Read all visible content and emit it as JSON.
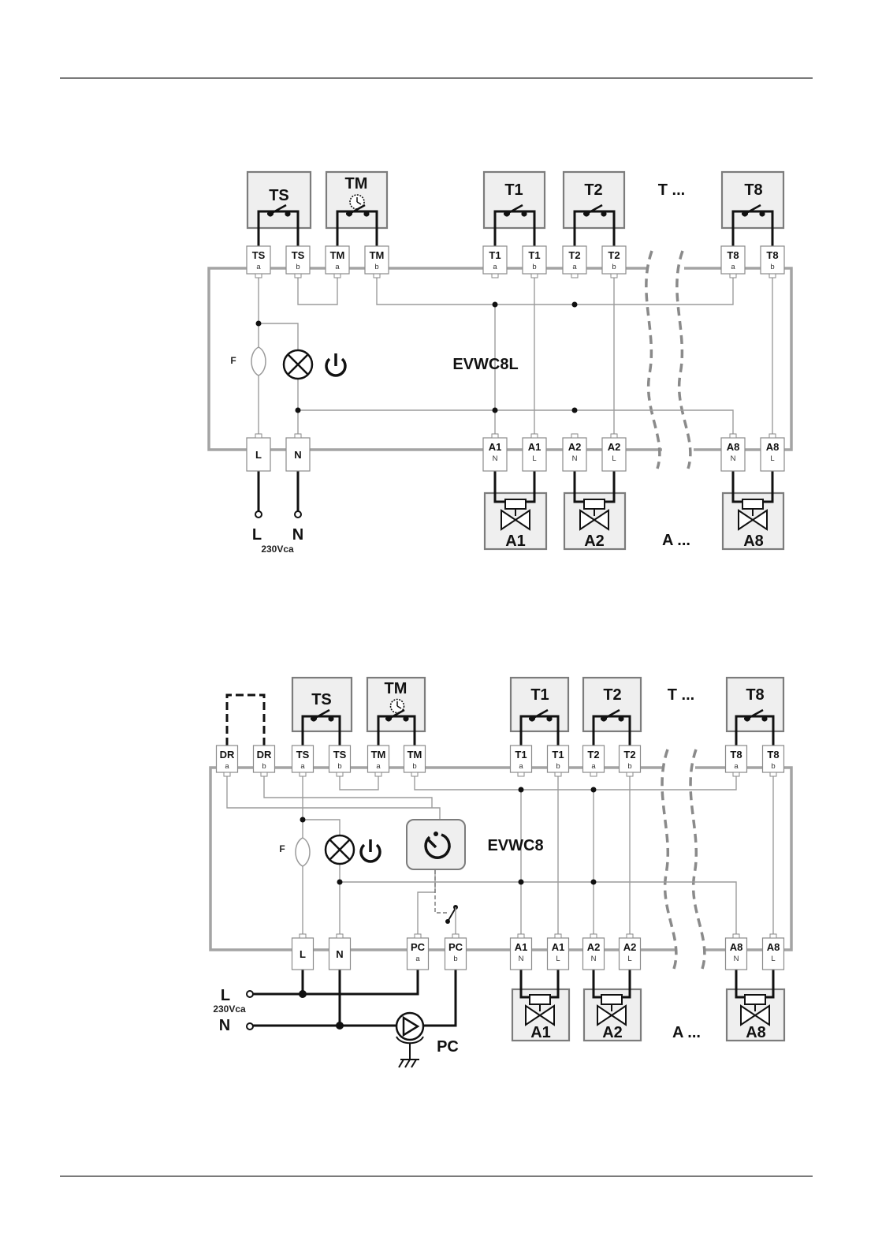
{
  "diagram1": {
    "model": "EVWC8L",
    "fuse_label": "F",
    "thermostat_boxes": [
      "TS",
      "TM",
      "T1",
      "T2",
      "T8"
    ],
    "more_thermostats": "T ...",
    "actuator_boxes": [
      "A1",
      "A2",
      "A8"
    ],
    "more_actuators": "A ...",
    "top_terminals": [
      {
        "name": "TS",
        "sub": "a"
      },
      {
        "name": "TS",
        "sub": "b"
      },
      {
        "name": "TM",
        "sub": "a"
      },
      {
        "name": "TM",
        "sub": "b"
      },
      {
        "name": "T1",
        "sub": "a"
      },
      {
        "name": "T1",
        "sub": "b"
      },
      {
        "name": "T2",
        "sub": "a"
      },
      {
        "name": "T2",
        "sub": "b"
      },
      {
        "name": "T8",
        "sub": "a"
      },
      {
        "name": "T8",
        "sub": "b"
      }
    ],
    "bottom_terminals": [
      {
        "name": "L",
        "sub": ""
      },
      {
        "name": "N",
        "sub": ""
      },
      {
        "name": "A1",
        "sub": "N"
      },
      {
        "name": "A1",
        "sub": "L"
      },
      {
        "name": "A2",
        "sub": "N"
      },
      {
        "name": "A2",
        "sub": "L"
      },
      {
        "name": "A8",
        "sub": "N"
      },
      {
        "name": "A8",
        "sub": "L"
      }
    ],
    "mains": {
      "l": "L",
      "n": "N",
      "voltage": "230Vca"
    }
  },
  "diagram2": {
    "model": "EVWC8",
    "fuse_label": "F",
    "thermostat_boxes": [
      "TS",
      "TM",
      "T1",
      "T2",
      "T8"
    ],
    "more_thermostats": "T ...",
    "actuator_boxes": [
      "A1",
      "A2",
      "A8"
    ],
    "more_actuators": "A ...",
    "pump_label": "PC",
    "top_terminals": [
      {
        "name": "DR",
        "sub": "a"
      },
      {
        "name": "DR",
        "sub": "b"
      },
      {
        "name": "TS",
        "sub": "a"
      },
      {
        "name": "TS",
        "sub": "b"
      },
      {
        "name": "TM",
        "sub": "a"
      },
      {
        "name": "TM",
        "sub": "b"
      },
      {
        "name": "T1",
        "sub": "a"
      },
      {
        "name": "T1",
        "sub": "b"
      },
      {
        "name": "T2",
        "sub": "a"
      },
      {
        "name": "T2",
        "sub": "b"
      },
      {
        "name": "T8",
        "sub": "a"
      },
      {
        "name": "T8",
        "sub": "b"
      }
    ],
    "bottom_terminals": [
      {
        "name": "L",
        "sub": ""
      },
      {
        "name": "N",
        "sub": ""
      },
      {
        "name": "PC",
        "sub": "a"
      },
      {
        "name": "PC",
        "sub": "b"
      },
      {
        "name": "A1",
        "sub": "N"
      },
      {
        "name": "A1",
        "sub": "L"
      },
      {
        "name": "A2",
        "sub": "N"
      },
      {
        "name": "A2",
        "sub": "L"
      },
      {
        "name": "A8",
        "sub": "N"
      },
      {
        "name": "A8",
        "sub": "L"
      }
    ],
    "mains": {
      "l": "L",
      "n": "N",
      "voltage": "230Vca"
    }
  }
}
